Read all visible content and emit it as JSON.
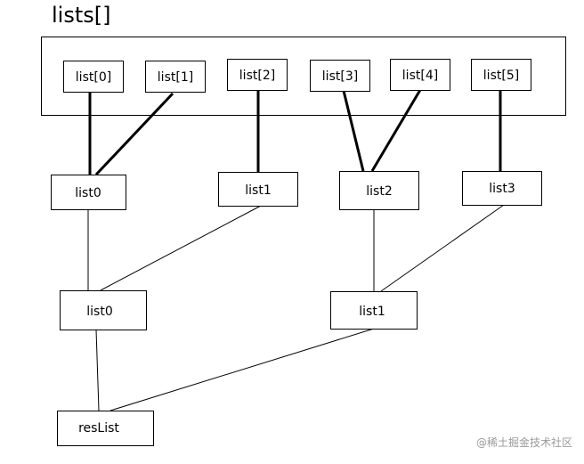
{
  "title": "lists[]",
  "lists": [
    "list[0]",
    "list[1]",
    "list[2]",
    "list[3]",
    "list[4]",
    "list[5]"
  ],
  "level1": [
    "list0",
    "list1",
    "list2",
    "list3"
  ],
  "level2": [
    "list0",
    "list1"
  ],
  "result": "resList",
  "watermark": "@稀土掘金技术社区"
}
